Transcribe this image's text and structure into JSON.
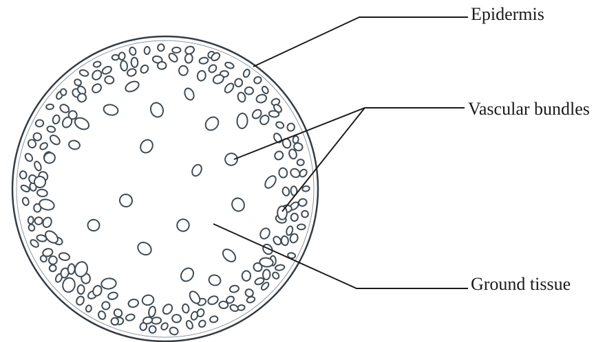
{
  "diagram": {
    "labels": {
      "epidermis": "Epidermis",
      "vascular_bundles": "Vascular bundles",
      "ground_tissue": "Ground tissue"
    },
    "colors": {
      "outline": "#333c44",
      "bundle_stroke": "#3e4c55",
      "bundle_fill": "#ffffff",
      "leader_line": "#1a1a1a"
    }
  }
}
